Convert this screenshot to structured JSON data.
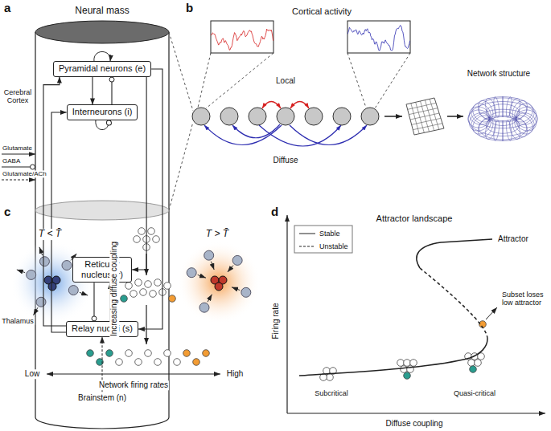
{
  "diagram": {
    "nodes": [
      {
        "text": [
          "Pyramidal neurons (e)"
        ]
      },
      {
        "text": [
          "Interneurons (i)"
        ]
      },
      {
        "text": [
          "Reticular nucleus (r)"
        ]
      },
      {
        "text": [
          "Relay nuclei (s)"
        ]
      }
    ],
    "edges": [
      {
        "from": 0,
        "to": 1,
        "arrow": "to"
      },
      {
        "from": 1,
        "to": 0,
        "arrow": "to"
      },
      {
        "from": 3,
        "to": 0,
        "arrow": "to"
      },
      {
        "from": 3,
        "to": 1,
        "arrow": "to"
      },
      {
        "from": 0,
        "to": 2,
        "arrow": "to"
      },
      {
        "from": 0,
        "to": 3,
        "arrow": "to"
      },
      {
        "from": 2,
        "to": 3,
        "arrow": "to"
      },
      {
        "from": 3,
        "to": 2,
        "arrow": "to"
      }
    ],
    "labels": [
      "Neural mass",
      "Cerebral Cortex",
      "Brainstem (n)",
      "Thalamus",
      "a",
      "b",
      "Cortical activity",
      "Local",
      "Diffuse",
      "Network structure",
      "c",
      "T < T̄",
      "Increasing diffuse coupling",
      "T > T̄",
      "Low",
      "Network firing rates",
      "High",
      "d",
      "Attractor landscape",
      "Firing rate",
      "Attractor",
      "Subset loses low attractor",
      "Subcritical",
      "Quasi-critical",
      "Diffuse coupling"
    ],
    "legend": [
      {
        "text": "Glutamate"
      },
      {
        "text": "GABA"
      },
      {
        "text": "Glutamate/ACh"
      },
      {
        "text": "Stable"
      },
      {
        "text": "Unstable"
      }
    ]
  }
}
